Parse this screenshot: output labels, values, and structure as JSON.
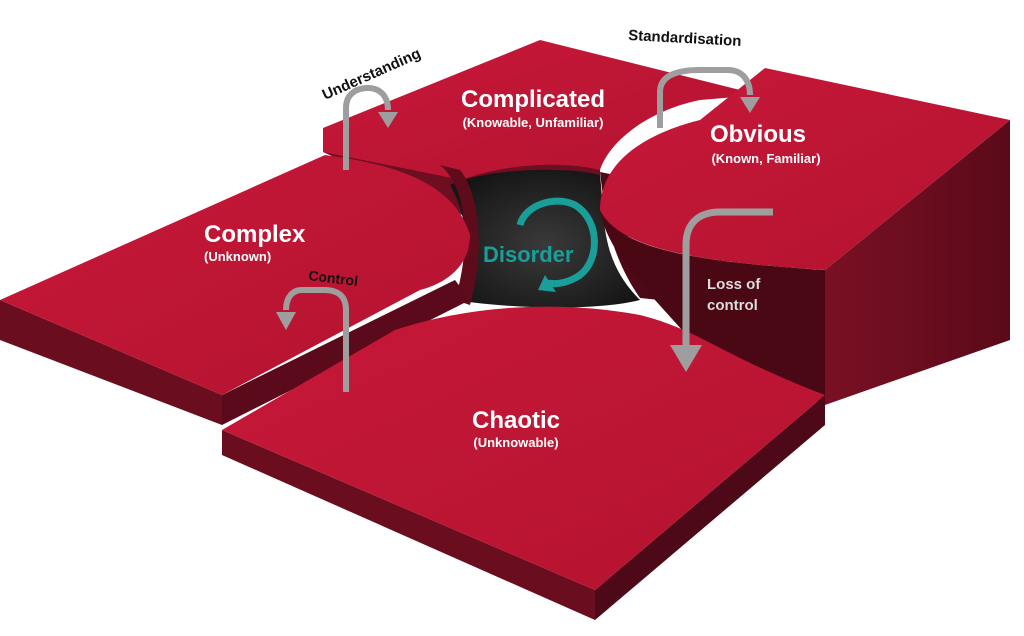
{
  "diagram": {
    "domains": {
      "complicated": {
        "title": "Complicated",
        "subtitle": "(Knowable, Unfamiliar)"
      },
      "obvious": {
        "title": "Obvious",
        "subtitle": "(Known, Familiar)"
      },
      "complex": {
        "title": "Complex",
        "subtitle": "(Unknown)"
      },
      "chaotic": {
        "title": "Chaotic",
        "subtitle": "(Unknowable)"
      }
    },
    "center": {
      "label": "Disorder"
    },
    "transitions": {
      "understanding": "Understanding",
      "standardisation": "Standardisation",
      "control": "Control",
      "loss_of_control": [
        "Loss of",
        "control"
      ]
    },
    "colors": {
      "top_face": "#bf1535",
      "side_face": "#6a0d1f",
      "dark_side": "#4a0814",
      "pit": "#2a2a2a",
      "disorder": "#1a9e9a",
      "arrow": "#9e9e9e"
    }
  }
}
